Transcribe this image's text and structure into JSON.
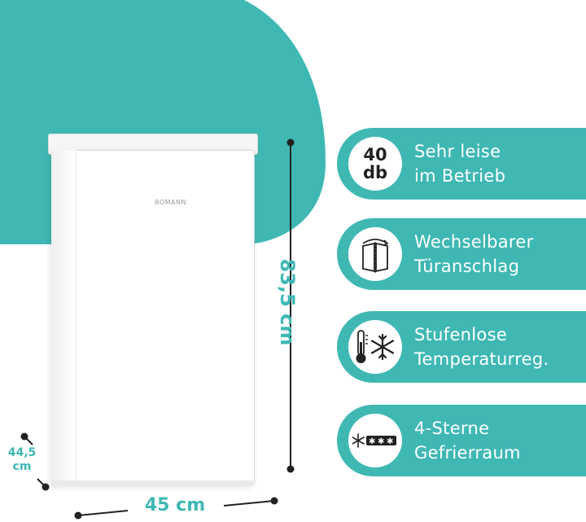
{
  "brand": "BOMANN",
  "colors": {
    "accent": "#3fb8b4",
    "background": "#ffffff",
    "text_dark": "#222222"
  },
  "dimensions": {
    "height": "83,5 cm",
    "width": "45 cm",
    "depth_value": "44,5",
    "depth_unit": "cm"
  },
  "features": [
    {
      "icon": "decibel-icon",
      "icon_line1": "40",
      "icon_line2": "db",
      "line1": "Sehr leise",
      "line2": "im Betrieb"
    },
    {
      "icon": "door-swap-icon",
      "line1": "Wechselbarer",
      "line2": "Türanschlag"
    },
    {
      "icon": "thermometer-snowflake-icon",
      "line1": "Stufenlose",
      "line2": "Temperaturreg."
    },
    {
      "icon": "four-star-freezer-icon",
      "line1": "4-Sterne",
      "line2": "Gefrierraum"
    }
  ]
}
